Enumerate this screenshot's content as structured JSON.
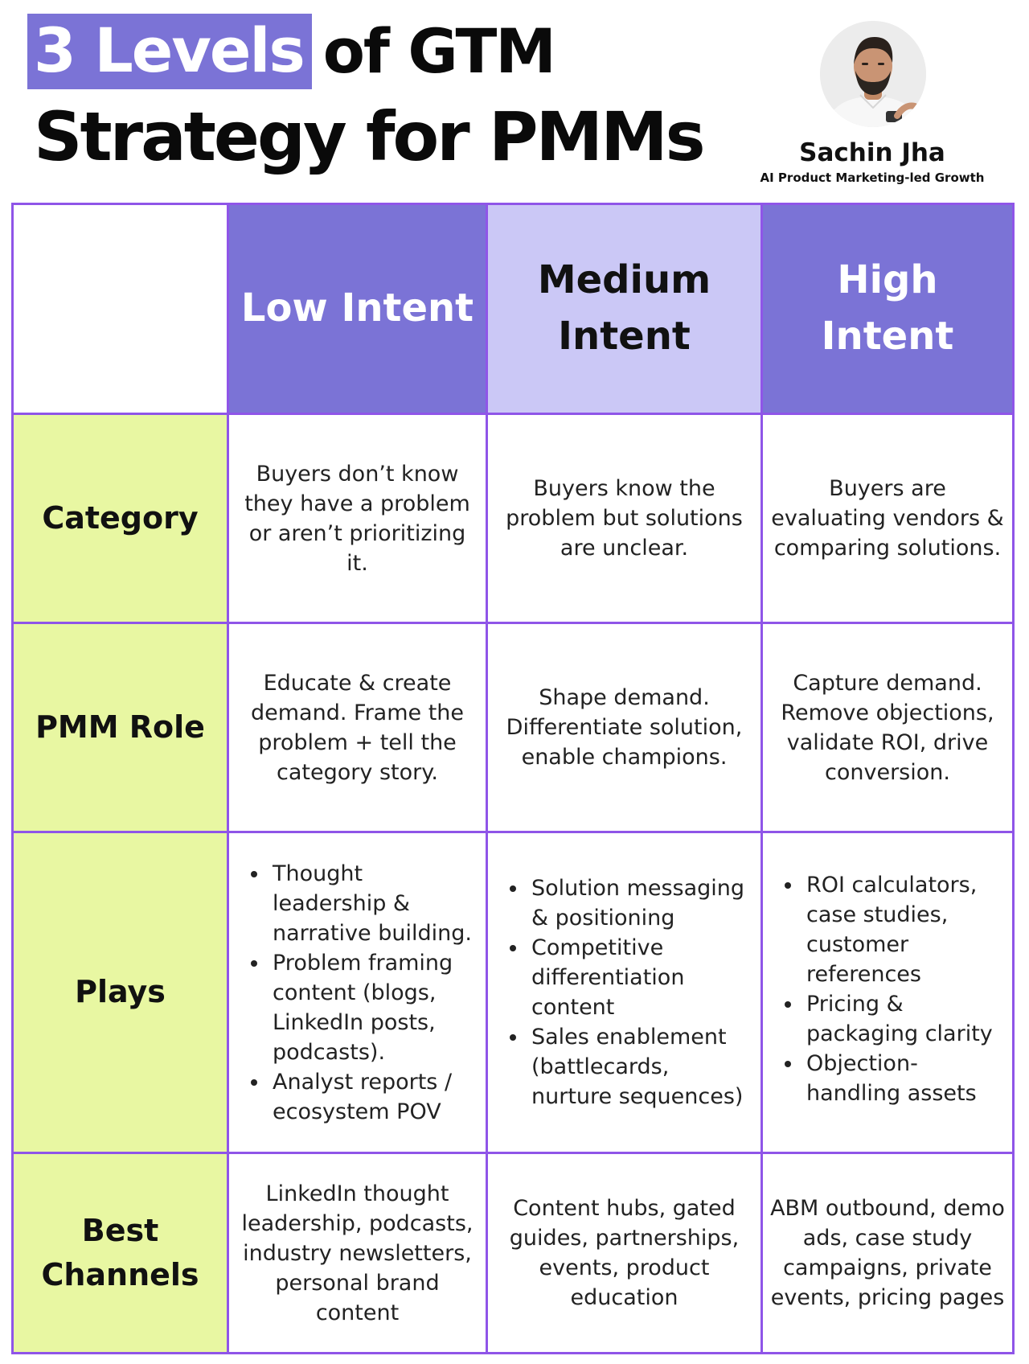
{
  "header": {
    "title_highlight": "3 Levels",
    "title_rest": "of GTM",
    "title_line2": "Strategy for PMMs",
    "author_name": "Sachin Jha",
    "author_tagline": "AI Product Marketing-led Growth"
  },
  "colors": {
    "accent_purple": "#7b73d6",
    "light_purple": "#cbc8f6",
    "row_label_green": "#e8f7a2",
    "border_purple": "#8f55e8"
  },
  "table": {
    "columns": [
      "Low Intent",
      "Medium Intent",
      "High Intent"
    ],
    "rows": [
      {
        "label": "Category",
        "cells": [
          "Buyers don’t know they have a problem or aren’t prioritizing it.",
          "Buyers know the problem but solutions are unclear.",
          "Buyers are evaluating vendors & comparing solutions."
        ]
      },
      {
        "label": "PMM Role",
        "cells": [
          "Educate & create demand. Frame the problem + tell the category story.",
          "Shape demand. Differentiate solution, enable champions.",
          "Capture demand. Remove objections, validate ROI, drive conversion."
        ]
      },
      {
        "label": "Plays",
        "bullets": [
          [
            "Thought leadership & narrative building.",
            "Problem framing content (blogs, LinkedIn posts, podcasts).",
            "Analyst reports / ecosystem POV"
          ],
          [
            "Solution messaging & positioning",
            "Competitive differentiation content",
            "Sales enablement (battlecards, nurture sequences)"
          ],
          [
            "ROI calculators, case studies, customer references",
            "Pricing & packaging clarity",
            "Objection-handling assets"
          ]
        ]
      },
      {
        "label": "Best Channels",
        "cells": [
          "LinkedIn thought leadership, podcasts, industry newsletters, personal brand content",
          "Content hubs, gated guides, partnerships, events, product education",
          "ABM outbound, demo ads, case study campaigns, private events, pricing pages"
        ]
      }
    ]
  }
}
